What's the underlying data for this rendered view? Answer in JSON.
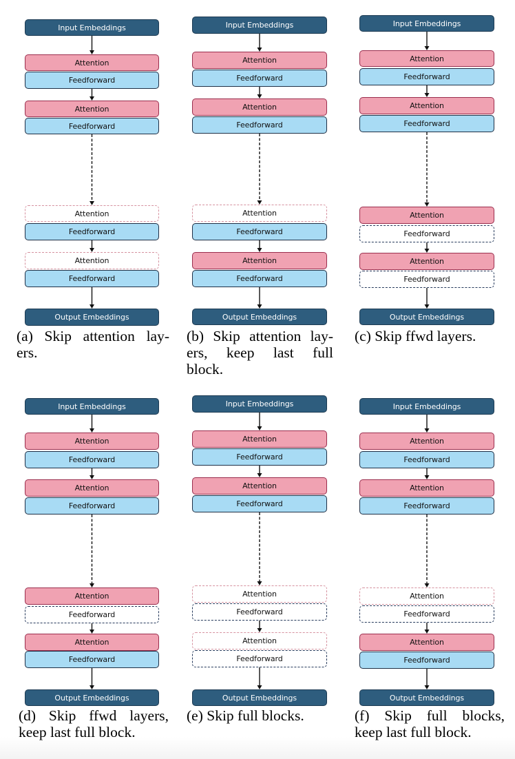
{
  "figure": {
    "labels": {
      "input": "Input Embeddings",
      "output": "Output Embeddings",
      "attention": "Attention",
      "feedforward": "Feedforward"
    },
    "colors": {
      "embedding_fill": "#2e5d7e",
      "attention_fill": "#f0a2b2",
      "attention_border": "#9a2d4d",
      "feedforward_fill": "#a8dbf4",
      "feedforward_border": "#1e2f45",
      "skipped_attention_border": "#d6919f",
      "skipped_feedforward_border": "#24385a"
    },
    "panels": [
      {
        "id": "a",
        "caption": "(a) Skip attention lay­ers.",
        "caption_lines": [
          "(a) Skip attention lay-",
          "ers."
        ],
        "blocks": [
          {
            "attention": "active",
            "feedforward": "active"
          },
          {
            "attention": "active",
            "feedforward": "active"
          },
          {
            "attention": "skipped",
            "feedforward": "active"
          },
          {
            "attention": "skipped",
            "feedforward": "active"
          }
        ]
      },
      {
        "id": "b",
        "caption_lines": [
          "(b) Skip attention lay-",
          "ers, keep last full",
          "block."
        ],
        "blocks": [
          {
            "attention": "active",
            "feedforward": "active"
          },
          {
            "attention": "active",
            "feedforward": "active"
          },
          {
            "attention": "skipped",
            "feedforward": "active"
          },
          {
            "attention": "active",
            "feedforward": "active"
          }
        ]
      },
      {
        "id": "c",
        "caption_lines": [
          "(c) Skip ffwd layers."
        ],
        "blocks": [
          {
            "attention": "active",
            "feedforward": "active"
          },
          {
            "attention": "active",
            "feedforward": "active"
          },
          {
            "attention": "active",
            "feedforward": "skipped"
          },
          {
            "attention": "active",
            "feedforward": "skipped"
          }
        ]
      },
      {
        "id": "d",
        "caption_lines": [
          "(d) Skip ffwd layers,",
          "keep last full block."
        ],
        "blocks": [
          {
            "attention": "active",
            "feedforward": "active"
          },
          {
            "attention": "active",
            "feedforward": "active"
          },
          {
            "attention": "active",
            "feedforward": "skipped"
          },
          {
            "attention": "active",
            "feedforward": "active"
          }
        ]
      },
      {
        "id": "e",
        "caption_lines": [
          "(e) Skip full blocks."
        ],
        "blocks": [
          {
            "attention": "active",
            "feedforward": "active"
          },
          {
            "attention": "active",
            "feedforward": "active"
          },
          {
            "attention": "skipped",
            "feedforward": "skipped"
          },
          {
            "attention": "skipped",
            "feedforward": "skipped"
          }
        ]
      },
      {
        "id": "f",
        "caption_lines": [
          "(f) Skip full blocks,",
          "keep last full block."
        ],
        "blocks": [
          {
            "attention": "active",
            "feedforward": "active"
          },
          {
            "attention": "active",
            "feedforward": "active"
          },
          {
            "attention": "skipped",
            "feedforward": "skipped"
          },
          {
            "attention": "active",
            "feedforward": "active"
          }
        ]
      }
    ]
  }
}
